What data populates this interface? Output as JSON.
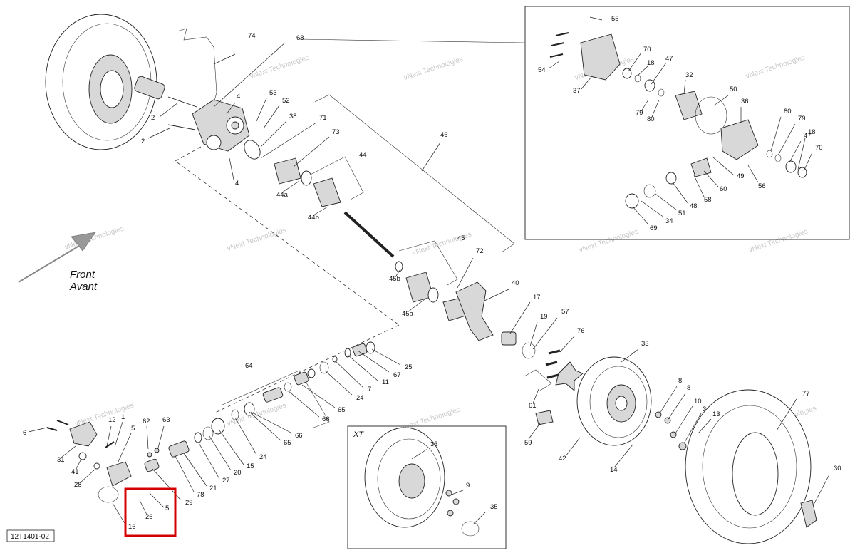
{
  "diagram": {
    "code": "12T1401-02",
    "direction": {
      "line1": "Front",
      "line2": "Avant"
    },
    "inset_xt_label": "XT",
    "watermark": {
      "line1": "vNext",
      "line2": "Technologies",
      "full": "vNext Technologies"
    },
    "highlight_color": "#d40000",
    "callouts": [
      {
        "id": "c74",
        "text": "74"
      },
      {
        "id": "c68",
        "text": "68"
      },
      {
        "id": "c55",
        "text": "55"
      },
      {
        "id": "c70a",
        "text": "70"
      },
      {
        "id": "c18a",
        "text": "18"
      },
      {
        "id": "c47a",
        "text": "47"
      },
      {
        "id": "c54",
        "text": "54"
      },
      {
        "id": "c37",
        "text": "37"
      },
      {
        "id": "c32",
        "text": "32"
      },
      {
        "id": "c50",
        "text": "50"
      },
      {
        "id": "c36",
        "text": "36"
      },
      {
        "id": "c79a",
        "text": "79"
      },
      {
        "id": "c80a",
        "text": "80"
      },
      {
        "id": "c80b",
        "text": "80"
      },
      {
        "id": "c79b",
        "text": "79"
      },
      {
        "id": "c47b",
        "text": "47"
      },
      {
        "id": "c18b",
        "text": "18"
      },
      {
        "id": "c70b",
        "text": "70"
      },
      {
        "id": "c49",
        "text": "49"
      },
      {
        "id": "c56",
        "text": "56"
      },
      {
        "id": "c60",
        "text": "60"
      },
      {
        "id": "c58",
        "text": "58"
      },
      {
        "id": "c48",
        "text": "48"
      },
      {
        "id": "c51",
        "text": "51"
      },
      {
        "id": "c34",
        "text": "34"
      },
      {
        "id": "c69",
        "text": "69"
      },
      {
        "id": "c2a",
        "text": "2"
      },
      {
        "id": "c2b",
        "text": "2"
      },
      {
        "id": "c4a",
        "text": "4"
      },
      {
        "id": "c53",
        "text": "53"
      },
      {
        "id": "c52",
        "text": "52"
      },
      {
        "id": "c38",
        "text": "38"
      },
      {
        "id": "c71",
        "text": "71"
      },
      {
        "id": "c73",
        "text": "73"
      },
      {
        "id": "c46",
        "text": "46"
      },
      {
        "id": "c44",
        "text": "44"
      },
      {
        "id": "c4b",
        "text": "4"
      },
      {
        "id": "c44a",
        "text": "44a"
      },
      {
        "id": "c44b",
        "text": "44b"
      },
      {
        "id": "c45",
        "text": "45"
      },
      {
        "id": "c72",
        "text": "72"
      },
      {
        "id": "c45b",
        "text": "45b"
      },
      {
        "id": "c45a",
        "text": "45a"
      },
      {
        "id": "c40",
        "text": "40"
      },
      {
        "id": "c17",
        "text": "17"
      },
      {
        "id": "c19",
        "text": "19"
      },
      {
        "id": "c57",
        "text": "57"
      },
      {
        "id": "c76",
        "text": "76"
      },
      {
        "id": "c33a",
        "text": "33"
      },
      {
        "id": "c25",
        "text": "25"
      },
      {
        "id": "c67",
        "text": "67"
      },
      {
        "id": "c11",
        "text": "11"
      },
      {
        "id": "c7",
        "text": "7"
      },
      {
        "id": "c24a",
        "text": "24"
      },
      {
        "id": "c64",
        "text": "64"
      },
      {
        "id": "c61",
        "text": "61"
      },
      {
        "id": "c8a",
        "text": "8"
      },
      {
        "id": "c8b",
        "text": "8"
      },
      {
        "id": "c10",
        "text": "10"
      },
      {
        "id": "c3",
        "text": "3"
      },
      {
        "id": "c13",
        "text": "13"
      },
      {
        "id": "c77",
        "text": "77"
      },
      {
        "id": "c65a",
        "text": "65"
      },
      {
        "id": "c66a",
        "text": "66"
      },
      {
        "id": "c66b",
        "text": "66"
      },
      {
        "id": "c65b",
        "text": "65"
      },
      {
        "id": "c24b",
        "text": "24"
      },
      {
        "id": "c15",
        "text": "15"
      },
      {
        "id": "c20",
        "text": "20"
      },
      {
        "id": "c27",
        "text": "27"
      },
      {
        "id": "c21",
        "text": "21"
      },
      {
        "id": "c78",
        "text": "78"
      },
      {
        "id": "c29",
        "text": "29"
      },
      {
        "id": "c6",
        "text": "6"
      },
      {
        "id": "c12",
        "text": "12"
      },
      {
        "id": "c1",
        "text": "1"
      },
      {
        "id": "c62",
        "text": "62"
      },
      {
        "id": "c63",
        "text": "63"
      },
      {
        "id": "c5a",
        "text": "5"
      },
      {
        "id": "c31",
        "text": "31"
      },
      {
        "id": "c41",
        "text": "41"
      },
      {
        "id": "c28",
        "text": "28"
      },
      {
        "id": "c26",
        "text": "26"
      },
      {
        "id": "c5b",
        "text": "5"
      },
      {
        "id": "c16",
        "text": "16"
      },
      {
        "id": "c59",
        "text": "59"
      },
      {
        "id": "c42",
        "text": "42"
      },
      {
        "id": "c14",
        "text": "14"
      },
      {
        "id": "c33b",
        "text": "33"
      },
      {
        "id": "c9",
        "text": "9"
      },
      {
        "id": "c35",
        "text": "35"
      },
      {
        "id": "c30",
        "text": "30"
      }
    ]
  }
}
